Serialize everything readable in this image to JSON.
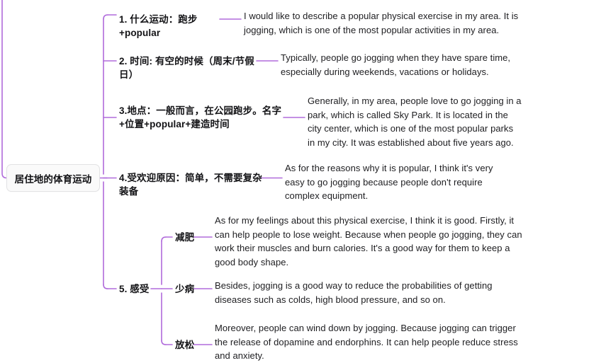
{
  "theme": {
    "line_color": "#b06bdb",
    "text_color": "#1d1d20",
    "root_fill": "#fafafa",
    "root_border": "#e2e2e4",
    "background": "#ffffff"
  },
  "root": {
    "label": "居住地的体育运动"
  },
  "branches": [
    {
      "id": "branch-1",
      "topic": "1. 什么运动：跑步+popular",
      "detail": "I would like to describe a popular physical exercise in my area. It is jogging, which is one of the most popular activities in my area."
    },
    {
      "id": "branch-2",
      "topic": "2. 时间: 有空的时候（周末/节假日）",
      "detail": "Typically, people go jogging when they have spare time, especially during weekends, vacations or holidays."
    },
    {
      "id": "branch-3",
      "topic": "3.地点：一般而言，在公园跑步。名字+位置+popular+建造时间",
      "detail": "Generally, in my area, people love to go jogging in a park, which is called Sky Park. It is located in the city center, which is one of the most popular parks in my city. It was established about five years ago."
    },
    {
      "id": "branch-4",
      "topic": "4.受欢迎原因：简单，不需要复杂装备",
      "detail": "As for the reasons why it is popular, I think it's very easy to go jogging because people don't require complex equipment."
    },
    {
      "id": "branch-5",
      "topic": "5. 感受",
      "detail": "",
      "children": [
        {
          "id": "branch-5-1",
          "topic": "减肥",
          "detail": "As for my feelings about this physical exercise, I think it is good. Firstly, it can help people to lose weight. Because when people go jogging, they can work their muscles and burn calories. It's a good way for them to keep a good body shape."
        },
        {
          "id": "branch-5-2",
          "topic": "少病",
          "detail": " Besides, jogging is a good way to reduce the probabilities of getting diseases such as colds, high blood pressure, and so on."
        },
        {
          "id": "branch-5-3",
          "topic": "放松",
          "detail": "Moreover, people can wind down by jogging. Because jogging can trigger the release of dopamine and endorphins. It can help people reduce stress and anxiety."
        }
      ]
    }
  ]
}
